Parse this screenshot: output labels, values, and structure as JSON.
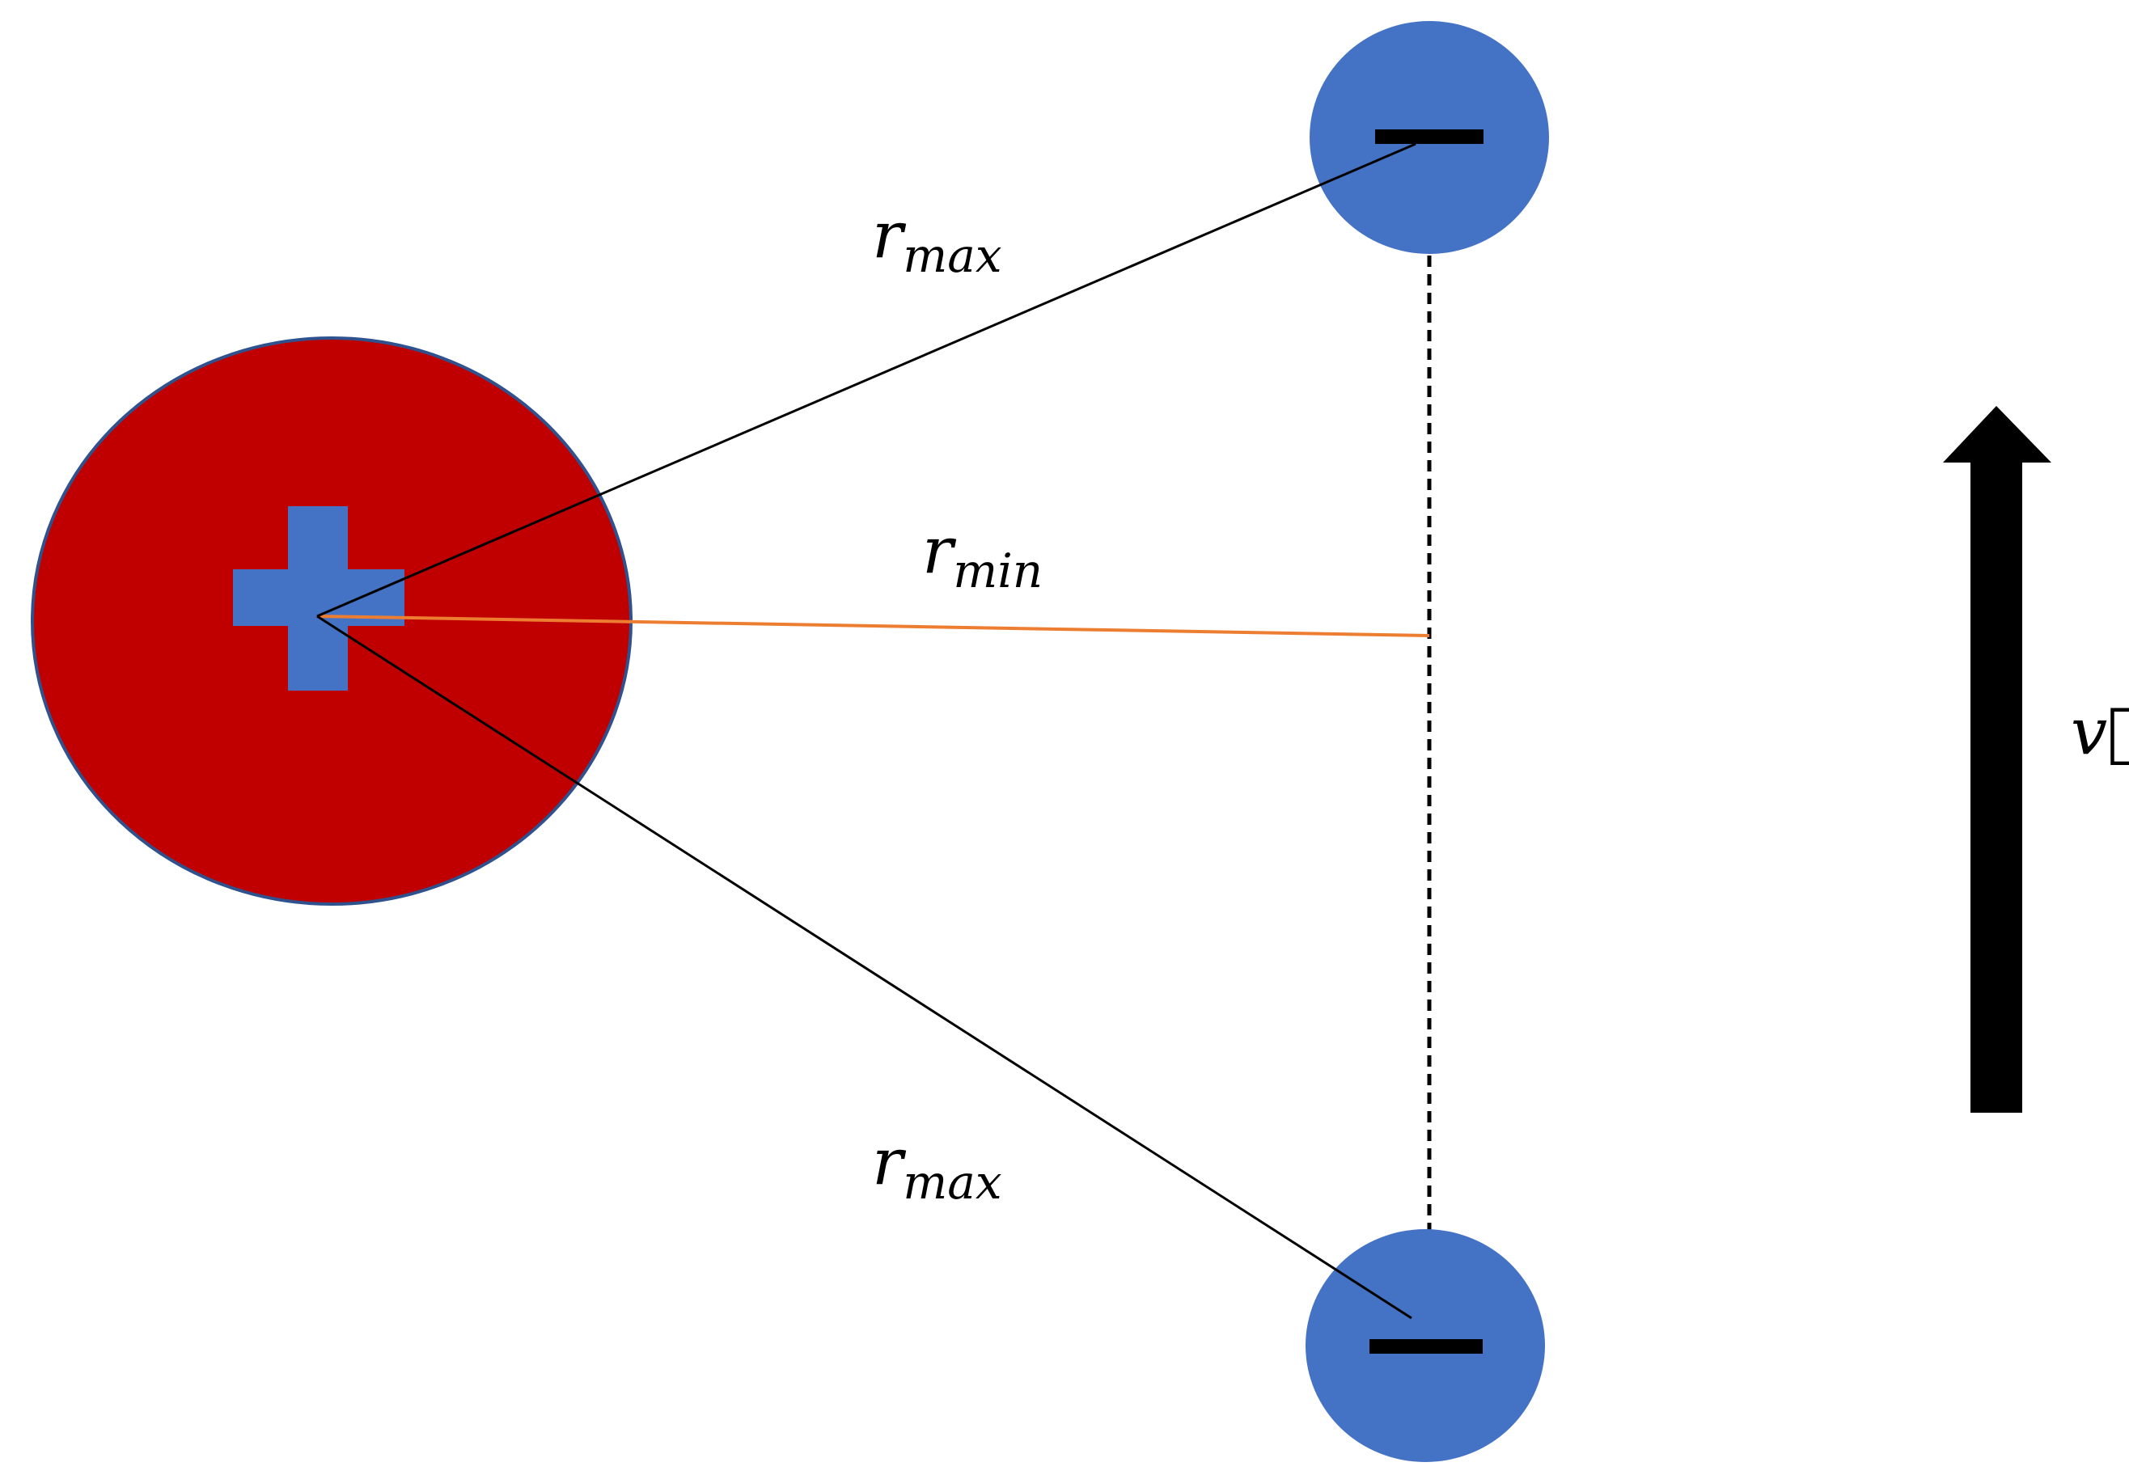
{
  "colors": {
    "positive_body": "#C00000",
    "charge_fill": "#4472C4",
    "charge_outline": "#2F528F",
    "sign_color": "#000000",
    "solid_line": "#000000",
    "dashed_line": "#000000",
    "min_line": "#ED7D31",
    "velocity_arrow": "#000000"
  },
  "labels": {
    "r_max_top": {
      "base": "r",
      "sub": "max"
    },
    "r_min": {
      "base": "r",
      "sub": "min"
    },
    "r_max_bottom": {
      "base": "r",
      "sub": "max"
    },
    "velocity": "v⃗"
  },
  "icons": {
    "positive_body": "red-circle-with-plus",
    "negative_charge_top": "blue-circle-with-minus",
    "negative_charge_bottom": "blue-circle-with-minus",
    "velocity_arrow": "up-arrow"
  }
}
